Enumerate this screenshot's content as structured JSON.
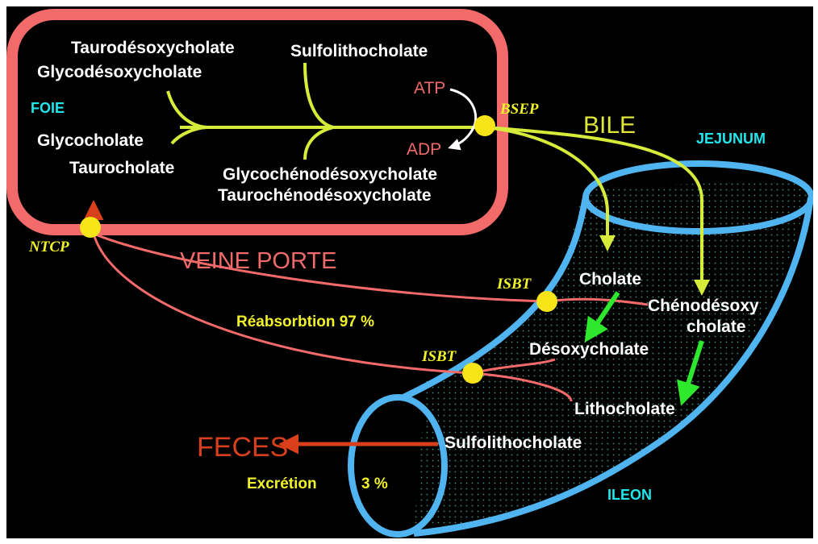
{
  "colors": {
    "background": "#000000",
    "liver_outline": "#f26a6a",
    "intestine_outline": "#4fb4ef",
    "bile_flow": "#d7ec3a",
    "portal_vein": "#f26a6a",
    "conversion_arrows": "#2ee82e",
    "transporter_dots": "#f7e51a",
    "excretion_arrow": "#d8401c"
  },
  "organs": {
    "foie": "FOIE",
    "jejunum": "JEJUNUM",
    "ileon": "ILEON"
  },
  "transporters": {
    "bsep": "BSEP",
    "ntcp": "NTCP",
    "isbt_upper": "ISBT",
    "isbt_lower": "ISBT"
  },
  "liver": {
    "taurodesoxycholate": "Taurodésoxycholate",
    "glycodesoxycholate": "Glycodésoxycholate",
    "sulfolithocholate": "Sulfolithocholate",
    "glycocholate": "Glycocholate",
    "taurocholate": "Taurocholate",
    "glycochenodesoxycholate": "Glycochénodésoxycholate",
    "taurochenodesoxycholate": "Taurochénodésoxycholate",
    "atp": "ATP",
    "adp": "ADP"
  },
  "flows": {
    "bile": "BILE",
    "veine_porte": "VEINE PORTE",
    "reabsorption": "Réabsorbtion 97 %",
    "feces": "FECES",
    "excretion_label": "Excrétion",
    "excretion_value": "3 %"
  },
  "intestine": {
    "cholate": "Cholate",
    "chenodesoxy_line1": "Chénodésoxy",
    "chenodesoxy_line2": "cholate",
    "desoxycholate": "Désoxycholate",
    "lithocholate": "Lithocholate",
    "sulfolithocholate": "Sulfolithocholate"
  }
}
